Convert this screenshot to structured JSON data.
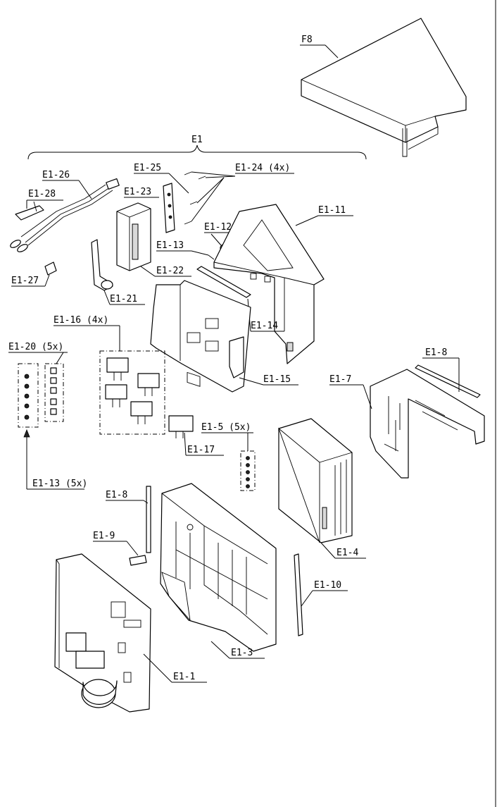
{
  "diagram": {
    "group_label": "E1",
    "labels": {
      "F8": "F8",
      "E1_26": "E1-26",
      "E1_28": "E1-28",
      "E1_25": "E1-25",
      "E1_24": "E1-24 (4x)",
      "E1_23": "E1-23",
      "E1_11": "E1-11",
      "E1_12": "E1-12",
      "E1_13a": "E1-13",
      "E1_22": "E1-22",
      "E1_27": "E1-27",
      "E1_21": "E1-21",
      "E1_14": "E1-14",
      "E1_16": "E1-16 (4x)",
      "E1_20": "E1-20 (5x)",
      "E1_15": "E1-15",
      "E1_8a": "E1-8",
      "E1_7": "E1-7",
      "E1_5": "E1-5 (5x)",
      "E1_17": "E1-17",
      "E1_13b": "E1-13 (5x)",
      "E1_8b": "E1-8",
      "E1_9": "E1-9",
      "E1_4": "E1-4",
      "E1_10": "E1-10",
      "E1_3": "E1-3",
      "E1_1": "E1-1"
    }
  }
}
